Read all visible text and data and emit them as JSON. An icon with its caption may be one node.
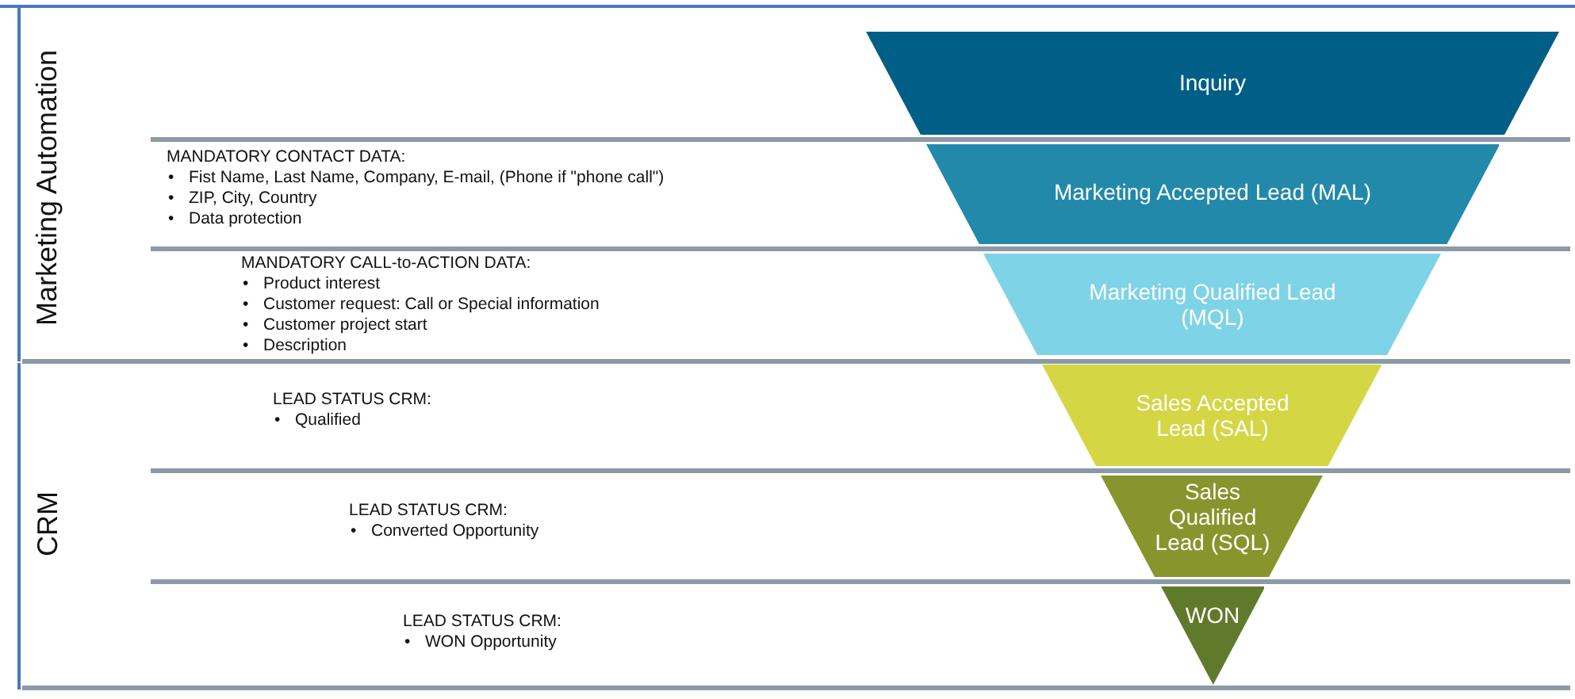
{
  "diagram": {
    "nodes": [
      {
        "text": [
          "Inquiry"
        ]
      },
      {
        "text": [
          "Marketing Accepted Lead (MAL)"
        ]
      },
      {
        "text": [
          "Marketing Qualified Lead (MQL)"
        ]
      },
      {
        "text": [
          "Sales Accepted Lead (SAL)"
        ]
      },
      {
        "text": [
          "Sales Qualified Lead (SQL)"
        ]
      },
      {
        "text": [
          "WON"
        ]
      }
    ],
    "edges": [],
    "labels": [
      "Marketing Automation",
      "MANDATORY CONTACT DATA:",
      "•",
      "Fist Name, Last Name, Company, E-mail, (Phone if \"phone call\")",
      "•",
      "ZIP, City, Country",
      "•",
      "Data protection",
      "MANDATORY CALL-to-ACTION DATA:",
      "•",
      "Product interest",
      "•",
      "Customer request: Call or Special information",
      "•",
      "Customer project start",
      "•",
      "Description",
      "CRM",
      "LEAD STATUS CRM:",
      "•",
      "Qualified",
      "LEAD STATUS CRM:",
      "•",
      "Converted Opportunity",
      "LEAD STATUS CRM:",
      "•",
      "WON Opportunity"
    ]
  }
}
